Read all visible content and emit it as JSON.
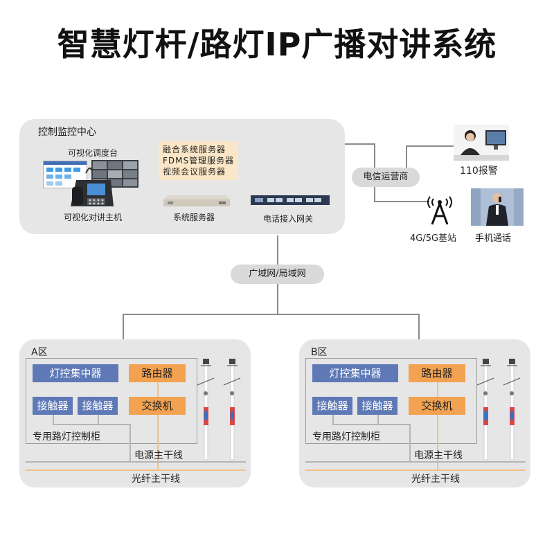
{
  "title": "智慧灯杆/路灯IP广播对讲系统",
  "control_center": {
    "label": "控制监控中心",
    "dispatch_console": "可视化调度台",
    "intercom_host": "可视化对讲主机",
    "server_list": [
      "融合系统服务器",
      "FDMS管理服务器",
      "视频会议服务器"
    ],
    "system_server": "系统服务器",
    "phone_gateway": "电话接入网关"
  },
  "telecom": "电信运营商",
  "alarm_110": "110报警",
  "base_station": "4G/5G基站",
  "mobile_call": "手机通话",
  "network": "广域网/局域网",
  "zones": [
    {
      "label": "A区",
      "concentrator": "灯控集中器",
      "router": "路由器",
      "contactor1": "接触器",
      "contactor2": "接触器",
      "switch": "交换机",
      "cabinet": "专用路灯控制柜",
      "power_trunk": "电源主干线",
      "fiber_trunk": "光纤主干线"
    },
    {
      "label": "B区",
      "concentrator": "灯控集中器",
      "router": "路由器",
      "contactor1": "接触器",
      "contactor2": "接触器",
      "switch": "交换机",
      "cabinet": "专用路灯控制柜",
      "power_trunk": "电源主干线",
      "fiber_trunk": "光纤主干线"
    }
  ],
  "colors": {
    "panel": "#e6e6e6",
    "blue_box": "#5f79b7",
    "orange_box": "#f2a251",
    "server_list_bg": "#fbe7c7"
  }
}
